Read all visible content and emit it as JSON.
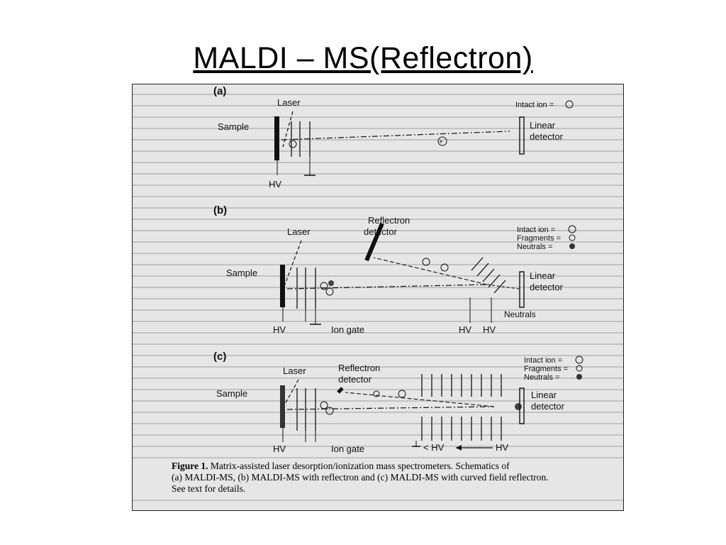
{
  "slide": {
    "title": "MALDI – MS(Reflectron)"
  },
  "panels": {
    "a": {
      "label": "(a)",
      "laser": "Laser",
      "sample": "Sample",
      "hv": "HV",
      "linear_detector": [
        "Linear",
        "detector"
      ],
      "legend": {
        "intact_ion": "Intact ion ="
      }
    },
    "b": {
      "label": "(b)",
      "laser": "Laser",
      "sample": "Sample",
      "hv": "HV",
      "ion_gate": "Ion gate",
      "reflectron_detector": [
        "Reflectron",
        "detector"
      ],
      "linear_detector": [
        "Linear",
        "detector"
      ],
      "neutrals_label": "Neutrals",
      "hv_right_1": "HV",
      "hv_right_2": "HV",
      "legend": {
        "intact_ion": "Intact ion =",
        "fragments": "Fragments =",
        "neutrals": "Neutrals ="
      }
    },
    "c": {
      "label": "(c)",
      "laser": "Laser",
      "sample": "Sample",
      "hv": "HV",
      "ion_gate": "Ion gate",
      "reflectron_detector": [
        "Reflectron",
        "detector"
      ],
      "linear_detector": [
        "Linear",
        "detector"
      ],
      "less_hv": "< HV",
      "hv_right": "HV",
      "legend": {
        "intact_ion": "Intact ion =",
        "fragments": "Fragments =",
        "neutrals": "Neutrals ="
      }
    }
  },
  "caption": {
    "label": "Figure 1.",
    "line1": "Matrix-assisted laser desorption/ionization mass spectrometers. Schematics of",
    "line2": "(a) MALDI-MS, (b) MALDI-MS with reflectron and (c) MALDI-MS with curved field reflectron.",
    "line3": "See text for details."
  }
}
